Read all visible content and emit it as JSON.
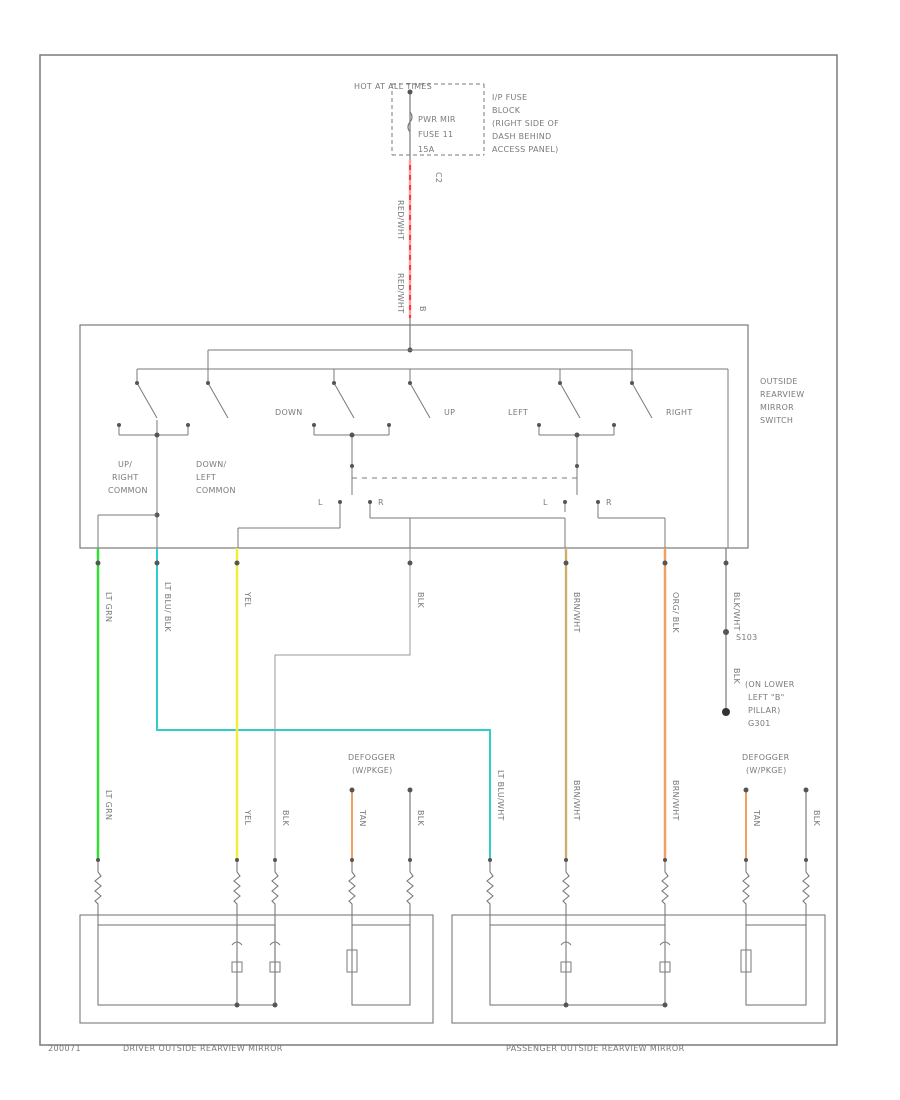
{
  "power": {
    "hot_at": "HOT AT ALL TIMES",
    "fuse_name": "PWR MIR",
    "fuse_num": "FUSE 11",
    "fuse_amp": "15A",
    "block_1": "I/P FUSE",
    "block_2": "BLOCK",
    "block_3": "(RIGHT SIDE OF",
    "block_4": "DASH BEHIND",
    "block_5": "ACCESS PANEL)",
    "pin_c2": "C2",
    "pin_b": "B"
  },
  "wires_top": {
    "w1": "RED/WHT",
    "w2": "RED/WHT"
  },
  "switch": {
    "title_1": "OUTSIDE",
    "title_2": "REARVIEW",
    "title_3": "MIRROR",
    "title_4": "SWITCH",
    "down": "DOWN",
    "up": "UP",
    "left": "LEFT",
    "right": "RIGHT",
    "upright_1": "UP/",
    "upright_2": "RIGHT",
    "upright_3": "COMMON",
    "downleft_1": "DOWN/",
    "downleft_2": "LEFT",
    "downleft_3": "COMMON",
    "sel_l": "L",
    "sel_r": "R"
  },
  "wires_mid": {
    "w1": "LT GRN",
    "w2": "LT BLU/ BLK",
    "w3": "YEL",
    "w4": "BLK",
    "w5": "BRN/WHT",
    "w6": "ORG/ BLK",
    "w7": "BLK/WHT"
  },
  "ground": {
    "splice": "S103",
    "wire": "BLK",
    "loc_1": "(ON LOWER",
    "loc_2": "LEFT \"B\"",
    "loc_3": "PILLAR)",
    "id": "G301"
  },
  "defogger": {
    "line_1": "DEFOGGER",
    "line_2": "(W/PKGE)"
  },
  "wires_bottom": {
    "lt_grn": "LT GRN",
    "yel": "YEL",
    "blk": "BLK",
    "tan": "TAN",
    "blk2": "BLK",
    "lt_blu": "LT BLU/WHT",
    "brn": "BRN/WHT",
    "brn2": "BRN/WHT",
    "tan2": "TAN",
    "blk3": "BLK"
  },
  "footer": {
    "code": "200071",
    "driver": "DRIVER OUTSIDE REARVIEW MIRROR",
    "passenger": "PASSENGER OUTSIDE REARVIEW MIRROR"
  },
  "colors": {
    "line": "#7a7a7a",
    "red_wire": "#ff3b3b",
    "green_wire": "#33dd33",
    "blue_wire": "#33cccc",
    "yellow_wire": "#f2ef3a",
    "orange_wire": "#f0a060",
    "tan_wire": "#e8c07a"
  }
}
